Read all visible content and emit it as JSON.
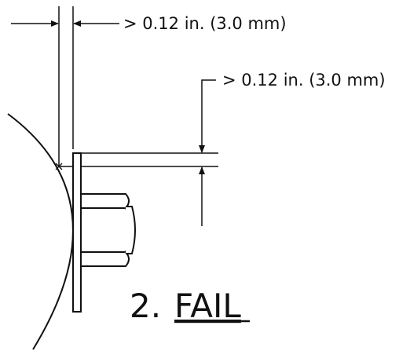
{
  "diagram": {
    "dimension_top": "> 0.12 in. (3.0 mm)",
    "dimension_right": "> 0.12 in. (3.0 mm)",
    "result_number": "2.",
    "result_word": "FAIL"
  }
}
